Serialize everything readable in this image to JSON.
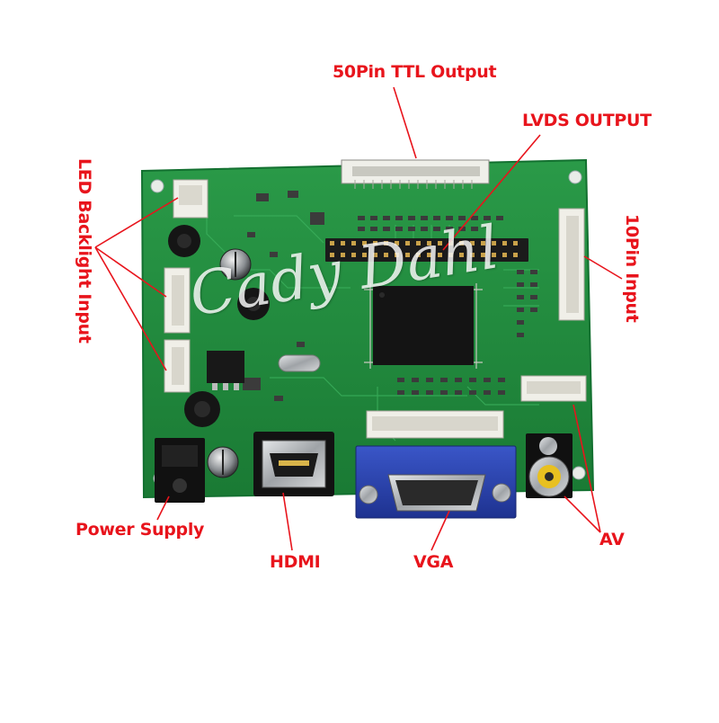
{
  "callouts": {
    "ttl_output": "50Pin TTL Output",
    "lvds_output": "LVDS OUTPUT",
    "led_backlight": "LED Backlight Input",
    "ten_pin_input": "10Pin Input",
    "power_supply": "Power Supply",
    "hdmi": "HDMI",
    "vga": "VGA",
    "av": "AV"
  },
  "watermark": "Cady Dahl",
  "colors": {
    "callout_text": "#e8141c",
    "callout_line": "#e8141c",
    "pcb_green": "#1f8a3c",
    "pcb_trace": "#2ea04f",
    "connector_white": "#f2f2ee",
    "vga_blue": "#2840a8",
    "metal": "#b8bcc0",
    "rca_yellow": "#e8c020"
  }
}
